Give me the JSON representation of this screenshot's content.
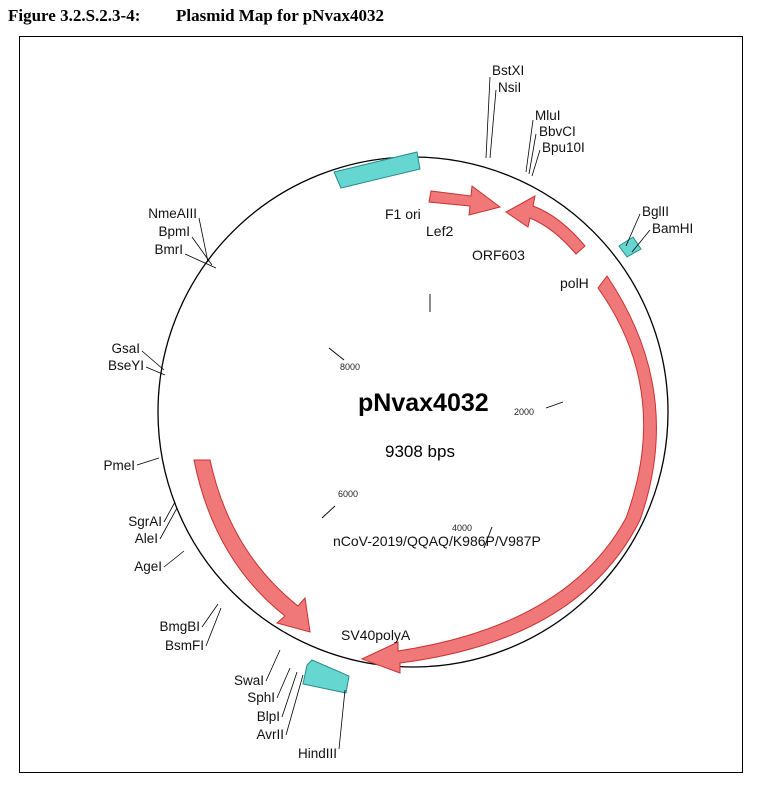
{
  "figure": {
    "number": "Figure 3.2.S.2.3-4:",
    "title": "Plasmid Map for pNvax4032"
  },
  "plasmid": {
    "name": "pNvax4032",
    "size": "9308 bps"
  },
  "ticks": [
    "2000",
    "4000",
    "6000",
    "8000"
  ],
  "features": {
    "f1_ori": "F1 ori",
    "lef2": "Lef2",
    "orf603": "ORF603",
    "polh": "polH",
    "insert": "nCoV-2019/QQAQ/K986P/V987P",
    "sv40polya": "SV40polyA"
  },
  "sites": {
    "bstxi": "BstXI",
    "nsii": "NsiI",
    "mlui": "MluI",
    "bbvci": "BbvCI",
    "bpu10i": "Bpu10I",
    "bglii": "BglII",
    "bamhi": "BamHI",
    "nmeaiii": "NmeAIII",
    "bpmi": "BpmI",
    "bmri": "BmrI",
    "gsai": "GsaI",
    "bseyi": "BseYI",
    "pmei": "PmeI",
    "sgrai": "SgrAI",
    "alei": "AleI",
    "agei": "AgeI",
    "bmgbi": "BmgBI",
    "bsmfi": "BsmFI",
    "swai": "SwaI",
    "sphi": "SphI",
    "blpi": "BlpI",
    "avrii": "AvrII",
    "hindiii": "HindIII"
  },
  "colors": {
    "arrow_fill": "#f07878",
    "arrow_stroke": "#c83232",
    "block_fill": "#66d6d0",
    "block_stroke": "#2a8c8a",
    "line": "#000000"
  }
}
